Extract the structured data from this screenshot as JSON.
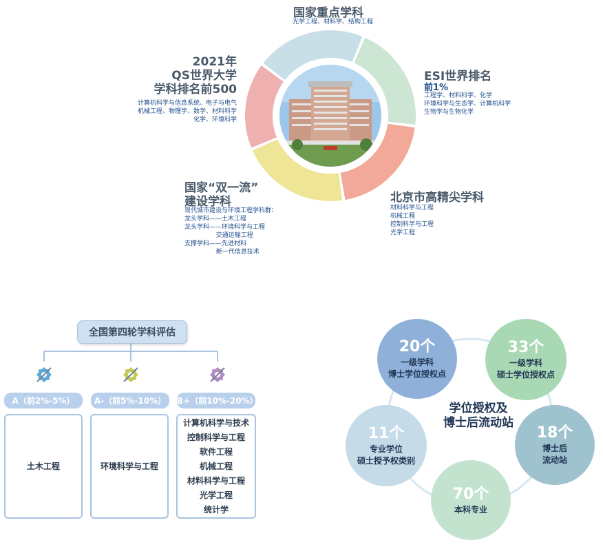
{
  "top": {
    "national_key": {
      "title": "国家重点学科",
      "detail": "光学工程、材料学、结构工程"
    },
    "esi": {
      "title": "ESI世界排名",
      "title2": "前1%",
      "detail": [
        "工程学、材料科学、化学",
        "环境科学与生态学、计算机科学",
        "生物学与生物化学"
      ]
    },
    "beijing": {
      "title": "北京市高精尖学科",
      "detail": [
        "材料科学与工程",
        "机械工程",
        "控制科学与工程",
        "光学工程"
      ]
    },
    "double_first": {
      "title": [
        "国家“双一流”",
        "建设学科"
      ],
      "detail": [
        "现代城市建设与环境工程学科群：",
        "龙头学科——土木工程",
        "龙头学科——环境科学与工程",
        "                交通运输工程",
        "支撑学科——先进材料",
        "                新一代信息技术"
      ]
    },
    "qs": {
      "title": [
        "2021年",
        "QS世界大学",
        "学科排名前500"
      ],
      "detail": [
        "计算机科学与信息系统、电子与电气",
        "机械工程、物理学、数学、材料科学",
        "化学、环境科学"
      ]
    },
    "ring_colors": {
      "national_key": "#c8dfe8",
      "esi": "#cde5d3",
      "beijing": "#f2a999",
      "double_first": "#eee596",
      "qs": "#efb0b0"
    }
  },
  "evaluation": {
    "title": "全国第四轮学科评估",
    "columns": [
      {
        "grade": "A（前2%-5%）",
        "subjects": [
          "土木工程"
        ],
        "gear_color": "#5aa9d8"
      },
      {
        "grade": "A-（前5%-10%）",
        "subjects": [
          "环境科学与工程"
        ],
        "gear_color": "#c2c95a"
      },
      {
        "grade": "B+（前10%-20%）",
        "subjects": [
          "计算机科学与技术",
          "控制科学与工程",
          "软件工程",
          "机械工程",
          "材料科学与工程",
          "光学工程",
          "统计学"
        ],
        "gear_color": "#b38bc4"
      }
    ]
  },
  "degrees": {
    "title": [
      "学位授权及",
      "博士后流动站"
    ],
    "items": [
      {
        "num": "20个",
        "label": [
          "一级学科",
          "博士学位授权点"
        ],
        "bg": "#8fb1d9",
        "text": "#1f3554"
      },
      {
        "num": "33个",
        "label": [
          "一级学科",
          "硕士学位授权点"
        ],
        "bg": "#a9d9b4",
        "text": "#1f3554"
      },
      {
        "num": "18个",
        "label": [
          "博士后",
          "流动站"
        ],
        "bg": "#9fc2cf",
        "text": "#1f3554"
      },
      {
        "num": "70个",
        "label": [
          "本科专业"
        ],
        "bg": "#c3e3cf",
        "text": "#1f3554"
      },
      {
        "num": "11个",
        "label": [
          "专业学位",
          "硕士授予权类别"
        ],
        "bg": "#c6dbe8",
        "text": "#1f3554"
      }
    ]
  }
}
